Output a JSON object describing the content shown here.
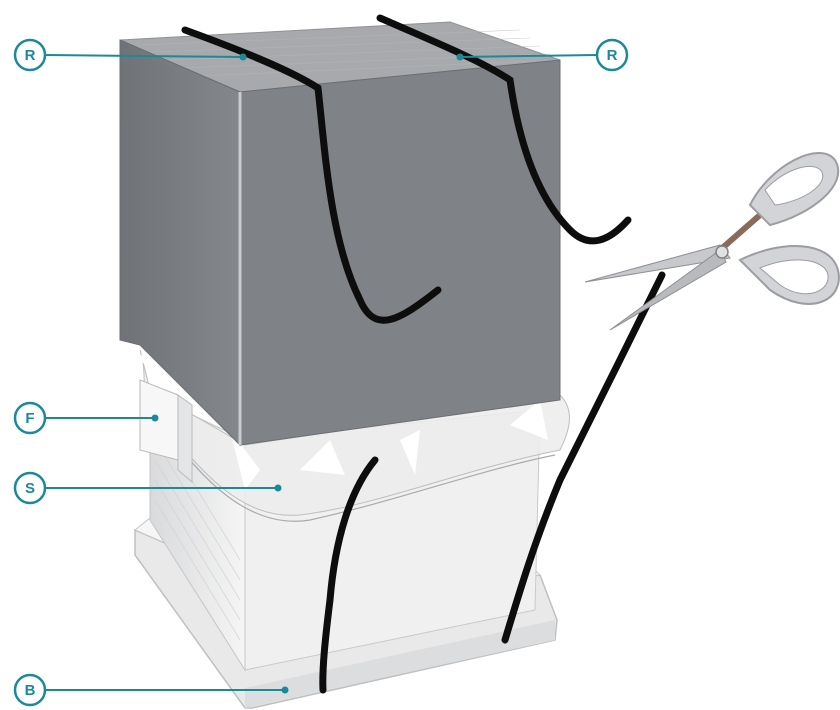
{
  "colors": {
    "callout": "#1a8a9a",
    "dark_box": "#7f8286",
    "dark_box_top": "#9a9ca0",
    "strap": "#0d0d0d",
    "foam": "#eeeeee",
    "sleeve": "#e6e7e8",
    "scissors": "#c7c9cc"
  },
  "callouts": [
    {
      "id": "R1",
      "letter": "R",
      "meaning": "strap"
    },
    {
      "id": "R2",
      "letter": "R",
      "meaning": "strap"
    },
    {
      "id": "F",
      "letter": "F",
      "meaning": "flap"
    },
    {
      "id": "S",
      "letter": "S",
      "meaning": "sleeve"
    },
    {
      "id": "B",
      "letter": "B",
      "meaning": "base"
    }
  ],
  "icons": {
    "cutting_tool": "scissors-icon"
  }
}
